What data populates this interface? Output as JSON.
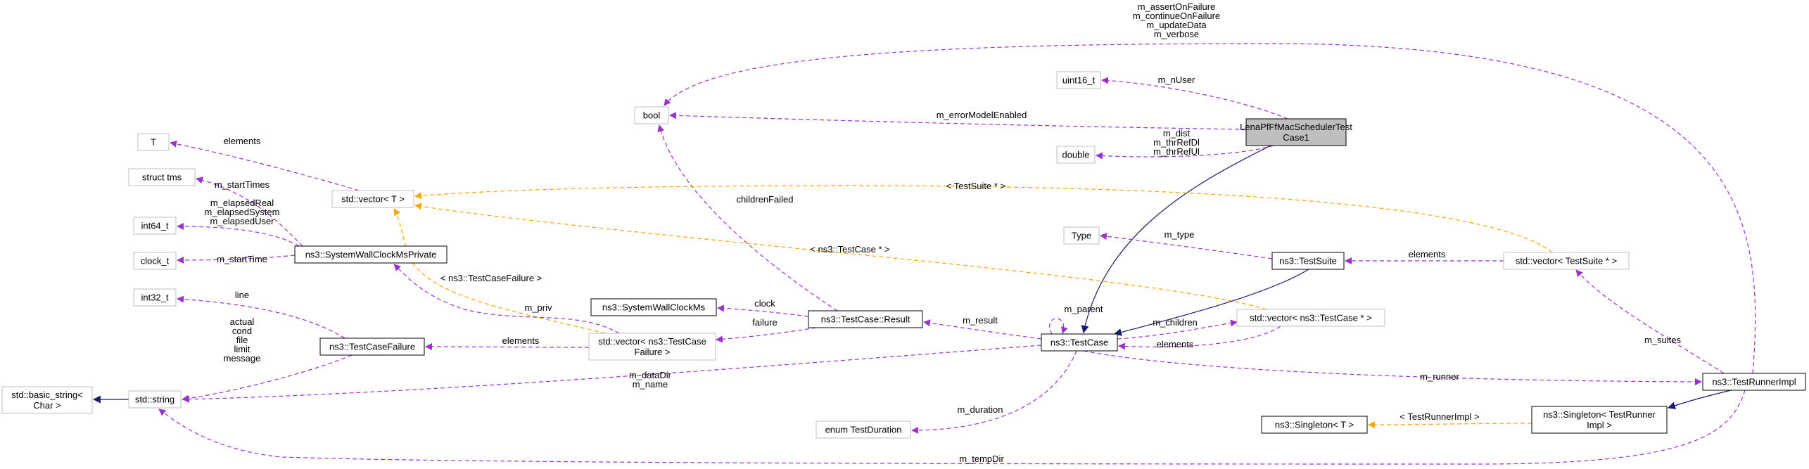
{
  "diagram": {
    "colors": {
      "member_edge": "#9a32cd",
      "template_edge": "#ffa500",
      "inherit_edge": "#191970",
      "node_border_documented": "#000000",
      "node_border_external": "#bfbfbf",
      "focus_fill": "#bfbfbf"
    },
    "nodes": {
      "LenaPfFfMacSchedulerTestCase1": [
        "LenaPfFfMacSchedulerTest",
        "Case1"
      ],
      "uint16_t": [
        "uint16_t"
      ],
      "bool": [
        "bool"
      ],
      "double": [
        "double"
      ],
      "T": [
        "T"
      ],
      "struct_tms": [
        "struct tms"
      ],
      "int64_t": [
        "int64_t"
      ],
      "clock_t": [
        "clock_t"
      ],
      "int32_t": [
        "int32_t"
      ],
      "basic_string": [
        "std::basic_string<",
        "Char >"
      ],
      "std_string": [
        "std::string"
      ],
      "vector_T": [
        "std::vector< T >"
      ],
      "SystemWallClockMsPrivate": [
        "ns3::SystemWallClockMsPrivate"
      ],
      "SystemWallClockMs": [
        "ns3::SystemWallClockMs"
      ],
      "TestCaseFailure": [
        "ns3::TestCaseFailure"
      ],
      "vector_TestCaseFailure": [
        "std::vector< ns3::TestCase",
        "Failure >"
      ],
      "TestCaseResult": [
        "ns3::TestCase::Result"
      ],
      "TestCase": [
        "ns3::TestCase"
      ],
      "Type": [
        "Type"
      ],
      "TestSuite": [
        "ns3::TestSuite"
      ],
      "vector_TestCasePtr": [
        "std::vector< ns3::TestCase * >"
      ],
      "vector_TestSuitePtr": [
        "std::vector< TestSuite * >"
      ],
      "enum_TestDuration": [
        "enum TestDuration"
      ],
      "Singleton_T": [
        "ns3::Singleton< T >"
      ],
      "Singleton_TestRunnerImpl": [
        "ns3::Singleton< TestRunner",
        "Impl >"
      ],
      "TestRunnerImpl": [
        "ns3::TestRunnerImpl"
      ]
    },
    "edge_labels": {
      "assert_flags": [
        "m_assertOnFailure",
        "m_continueOnFailure",
        "m_updateData",
        "m_verbose"
      ],
      "nUser": [
        "m_nUser"
      ],
      "errorModel": [
        "m_errorModelEnabled"
      ],
      "dist": [
        "m_dist",
        "m_thrRefDl",
        "m_thrRefUl"
      ],
      "elements_T": [
        "elements"
      ],
      "startTimes": [
        "m_startTimes"
      ],
      "elapsed": [
        "m_elapsedReal",
        "m_elapsedSystem",
        "m_elapsedUser"
      ],
      "startTime": [
        "m_startTime"
      ],
      "line": [
        "line"
      ],
      "failure_strings": [
        "actual",
        "cond",
        "file",
        "limit",
        "message"
      ],
      "childrenFailed": [
        "childrenFailed"
      ],
      "tpl_testsuite": [
        "< TestSuite * >"
      ],
      "tpl_testcase": [
        "< ns3::TestCase * >"
      ],
      "tpl_failure": [
        "< ns3::TestCaseFailure >"
      ],
      "priv": [
        "m_priv"
      ],
      "clock": [
        "clock"
      ],
      "failure": [
        "failure"
      ],
      "elements_failure": [
        "elements"
      ],
      "result": [
        "m_result"
      ],
      "parent": [
        "m_parent"
      ],
      "children": [
        "m_children"
      ],
      "elements_testcase": [
        "elements"
      ],
      "type": [
        "m_type"
      ],
      "elements_suite": [
        "elements"
      ],
      "suites": [
        "m_suites"
      ],
      "dataDir": [
        "m_dataDir",
        "m_name"
      ],
      "runner": [
        "m_runner"
      ],
      "duration": [
        "m_duration"
      ],
      "tpl_runner": [
        "< TestRunnerImpl >"
      ],
      "tempDir": [
        "m_tempDir"
      ]
    }
  }
}
